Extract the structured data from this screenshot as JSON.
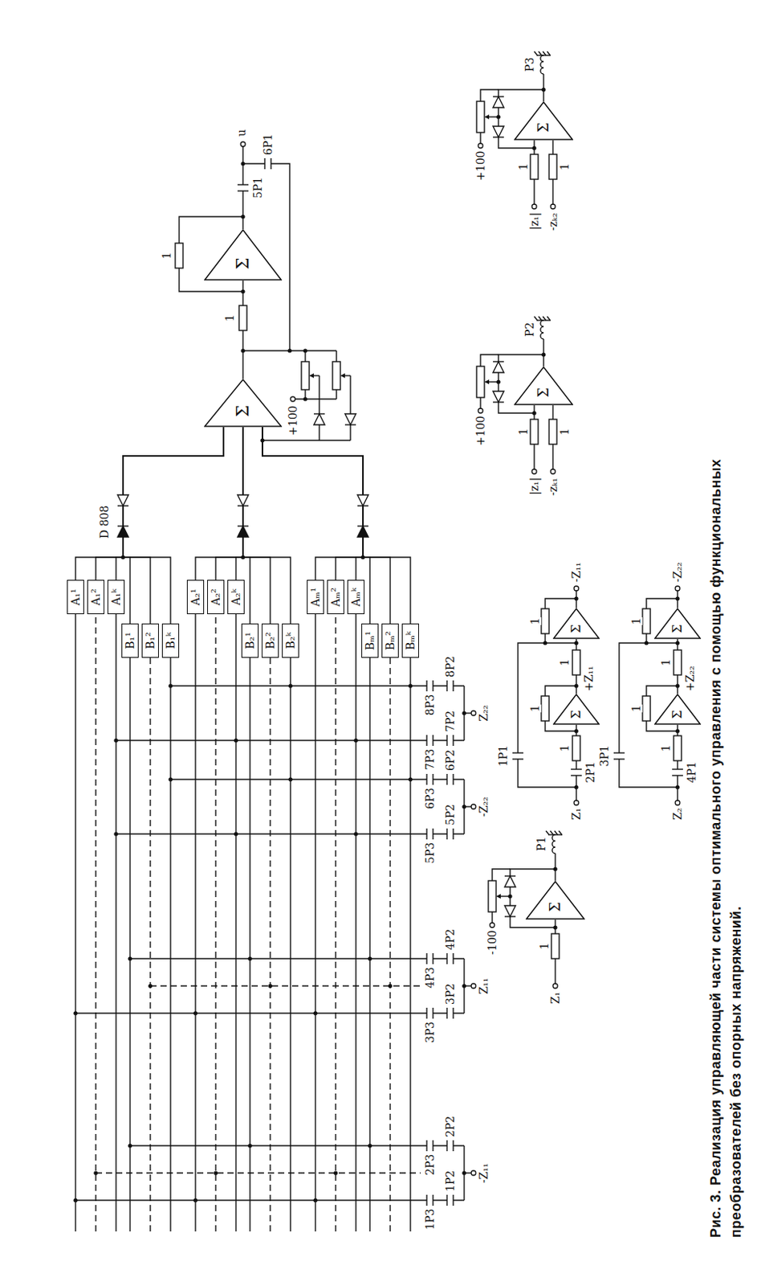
{
  "diagram": {
    "caption": "Рис. 3. Реализация управляющей части системы оптимального управления с помощью функциональных преобразователей без опорных напряжений.",
    "nodes": [
      {
        "text": [
          "A₁¹"
        ]
      },
      {
        "text": [
          "A₁²"
        ]
      },
      {
        "text": [
          "A₁ᵏ"
        ]
      },
      {
        "text": [
          "B₁¹"
        ]
      },
      {
        "text": [
          "B₁²"
        ]
      },
      {
        "text": [
          "B₁ᵏ"
        ]
      },
      {
        "text": [
          "A₂¹"
        ]
      },
      {
        "text": [
          "A₂²"
        ]
      },
      {
        "text": [
          "A₂ᵏ"
        ]
      },
      {
        "text": [
          "B₂¹"
        ]
      },
      {
        "text": [
          "B₂²"
        ]
      },
      {
        "text": [
          "B₂ᵏ"
        ]
      },
      {
        "text": [
          "Aₘ¹"
        ]
      },
      {
        "text": [
          "Aₘ²"
        ]
      },
      {
        "text": [
          "Aₘᵏ"
        ]
      },
      {
        "text": [
          "Bₘ¹"
        ]
      },
      {
        "text": [
          "Bₘ²"
        ]
      },
      {
        "text": [
          "Bₘᵏ"
        ]
      },
      {
        "text": [
          "Σ"
        ]
      },
      {
        "text": [
          "Σ"
        ]
      },
      {
        "text": [
          "Σ"
        ]
      },
      {
        "text": [
          "Σ"
        ]
      },
      {
        "text": [
          "Σ"
        ]
      },
      {
        "text": [
          "Σ"
        ]
      },
      {
        "text": [
          "Σ"
        ]
      },
      {
        "text": [
          "Σ"
        ]
      },
      {
        "text": [
          "Σ"
        ]
      }
    ],
    "edges": [
      {
        "from": 0,
        "to": 18,
        "arrow": "none"
      },
      {
        "from": 1,
        "to": 18,
        "arrow": "none"
      },
      {
        "from": 2,
        "to": 18,
        "arrow": "none"
      },
      {
        "from": 3,
        "to": 18,
        "arrow": "none"
      },
      {
        "from": 4,
        "to": 18,
        "arrow": "none"
      },
      {
        "from": 5,
        "to": 18,
        "arrow": "none"
      },
      {
        "from": 6,
        "to": 18,
        "arrow": "none"
      },
      {
        "from": 7,
        "to": 18,
        "arrow": "none"
      },
      {
        "from": 8,
        "to": 18,
        "arrow": "none"
      },
      {
        "from": 9,
        "to": 18,
        "arrow": "none"
      },
      {
        "from": 10,
        "to": 18,
        "arrow": "none"
      },
      {
        "from": 11,
        "to": 18,
        "arrow": "none"
      },
      {
        "from": 12,
        "to": 18,
        "arrow": "none"
      },
      {
        "from": 13,
        "to": 18,
        "arrow": "none"
      },
      {
        "from": 14,
        "to": 18,
        "arrow": "none"
      },
      {
        "from": 15,
        "to": 18,
        "arrow": "none"
      },
      {
        "from": 16,
        "to": 18,
        "arrow": "none"
      },
      {
        "from": 17,
        "to": 18,
        "arrow": "none"
      },
      {
        "from": 18,
        "to": 19,
        "arrow": "none"
      },
      {
        "from": 21,
        "to": 22,
        "arrow": "none"
      },
      {
        "from": 23,
        "to": 24,
        "arrow": "none"
      }
    ],
    "labels": [
      "D 808",
      "+100",
      "1",
      "1",
      "u",
      "5P1",
      "6P1",
      "1P3",
      "2P3",
      "1P2",
      "2P2",
      "-Z₁₁",
      "3P3",
      "4P3",
      "3P2",
      "4P2",
      "Z₁₁",
      "5P3",
      "6P3",
      "5P2",
      "6P2",
      "-Z₂₂",
      "7P3",
      "8P3",
      "7P2",
      "8P2",
      "Z₂₂",
      "-100",
      "1",
      "Z₁",
      "P1",
      "1P1",
      "2P1",
      "Z₁",
      "1",
      "1",
      "+Z₁₁",
      "1",
      "1",
      "-Z₁₁",
      "3P1",
      "4P1",
      "Z₂",
      "1",
      "1",
      "+Z₂₂",
      "1",
      "1",
      "-Z₂₂",
      "+100",
      "1",
      "1",
      "|z₁|",
      "-zₖ₁",
      "P2",
      "+100",
      "1",
      "1",
      "|z₁|",
      "-zₖ₂",
      "P3"
    ]
  }
}
